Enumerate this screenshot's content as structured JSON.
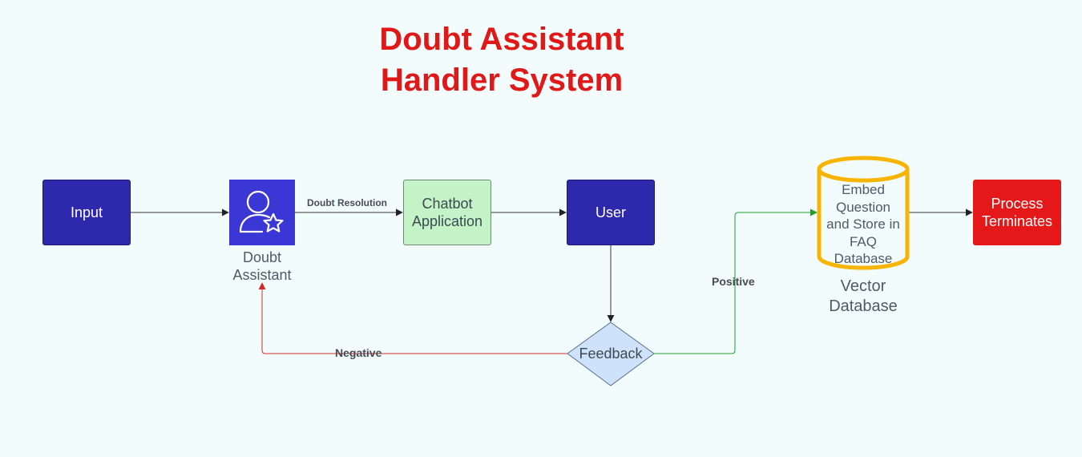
{
  "title": {
    "line1": "Doubt Assistant",
    "line2": "Handler System"
  },
  "nodes": {
    "input": "Input",
    "doubt_assistant": {
      "line1": "Doubt",
      "line2": "Assistant"
    },
    "chatbot": {
      "line1": "Chatbot",
      "line2": "Application"
    },
    "user": "User",
    "feedback": "Feedback",
    "vector_db": {
      "lines": [
        "Embed",
        "Question",
        "and Store in",
        "FAQ",
        "Database"
      ],
      "caption_line1": "Vector",
      "caption_line2": "Database"
    },
    "terminate": {
      "line1": "Process",
      "line2": "Terminates"
    }
  },
  "edges": {
    "doubt_resolution": "Doubt  Resolution",
    "positive": "Positive",
    "negative": "Negative"
  },
  "colors": {
    "background": "#f3fcfd",
    "title": "#e01818",
    "primary_box": "#2e28ad",
    "icon_box": "#3b37d4",
    "chatbot_box": "#c4f3c7",
    "feedback_diamond": "#cfe2fb",
    "terminate_box": "#e41818",
    "database_outline": "#f7b400",
    "edge_default": "#333333",
    "edge_positive": "#1f9e2a",
    "edge_negative": "#d42a2a"
  },
  "icons": {
    "doubt_assistant": "user-star-icon"
  }
}
